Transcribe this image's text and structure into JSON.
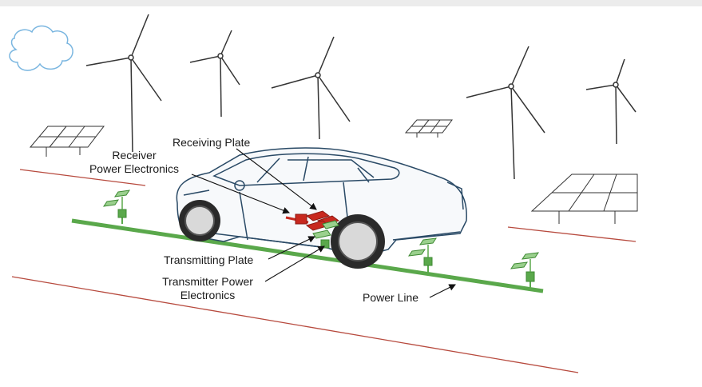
{
  "labels": {
    "receiver_power_electronics": "Receiver\nPower Electronics",
    "receiving_plate": "Receiving Plate",
    "transmitting_plate": "Transmitting Plate",
    "transmitter_power_electronics": "Transmitter Power\nElectronics",
    "power_line": "Power Line"
  },
  "colors": {
    "power_line": "#5aa84b",
    "plate_red": "#c8281e",
    "car_outline": "#2a4a66",
    "road_edge": "#b74a3e",
    "cloud": "#7ab6e0",
    "line_art": "#333333"
  },
  "icons": {
    "wind_turbine": "wind-turbine-icon",
    "solar_panel": "solar-panel-icon",
    "cloud": "cloud-icon",
    "car": "car-icon"
  }
}
